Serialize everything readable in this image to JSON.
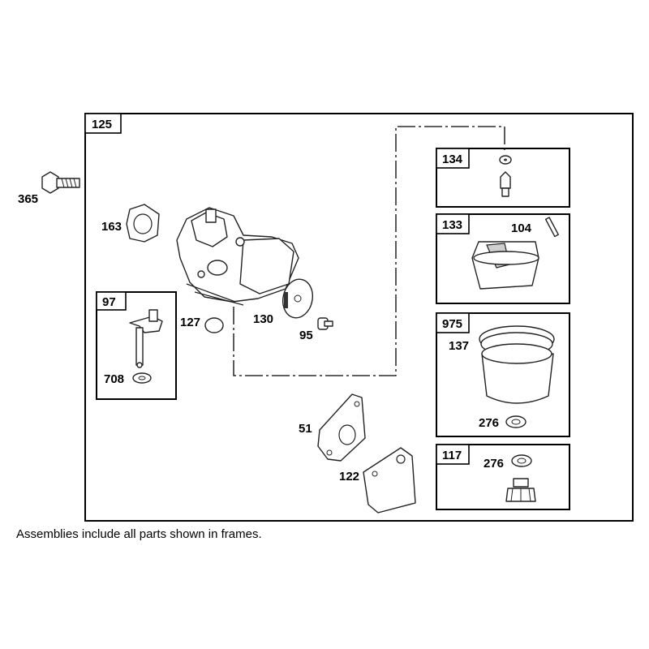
{
  "frames": {
    "main": "125",
    "sub97": "97",
    "f134": "134",
    "f133": "133",
    "f975": "975",
    "f117": "117"
  },
  "parts": {
    "p365": "365",
    "p163": "163",
    "p127": "127",
    "p130": "130",
    "p95": "95",
    "p708": "708",
    "p104": "104",
    "p137": "137",
    "p276a": "276",
    "p276b": "276",
    "p51": "51",
    "p122": "122"
  },
  "footnote": "Assemblies include all parts shown in frames."
}
